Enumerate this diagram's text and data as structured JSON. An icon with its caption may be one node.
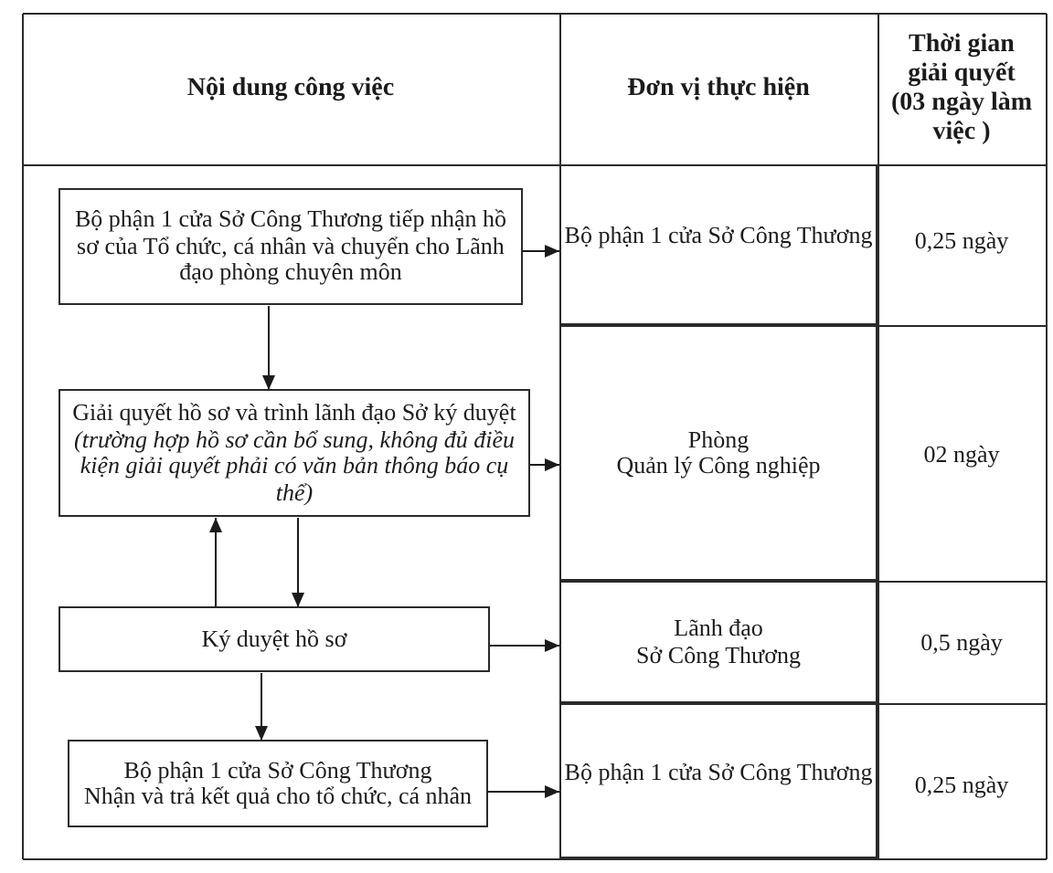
{
  "diagram": {
    "nodes": [
      {
        "text": [
          "Bộ phận 1 cửa Sở Công Thương tiếp nhận hồ sơ của Tổ chức, cá nhân và chuyển cho Lãnh đạo phòng chuyên môn"
        ]
      },
      {
        "text": [
          "Bộ phận 1 cửa Sở Công Thương"
        ]
      },
      {
        "text": [
          "Giải quyết hồ sơ và trình lãnh đạo Sở ký duyệt",
          "(trường hợp hồ sơ cần bổ sung, không đủ điều kiện giải quyết phải có văn bản thông báo cụ thể)"
        ]
      },
      {
        "text": [
          "Phòng Quản lý Công nghiệp"
        ]
      },
      {
        "text": [
          "Ký duyệt hồ sơ"
        ]
      },
      {
        "text": [
          "Lãnh đạo Sở Công Thương"
        ]
      },
      {
        "text": [
          "Bộ phận 1 cửa Sở Công Thương",
          "Nhận và trả kết quả cho tổ chức, cá nhân"
        ]
      },
      {
        "text": [
          "Bộ phận 1 cửa Sở Công Thương"
        ]
      }
    ],
    "edges": [
      {
        "from": 0,
        "to": 1,
        "arrow": "to"
      },
      {
        "from": 0,
        "to": 2,
        "arrow": "to"
      },
      {
        "from": 2,
        "to": 3,
        "arrow": "to"
      },
      {
        "from": 2,
        "to": 4,
        "arrow": "to"
      },
      {
        "from": 4,
        "to": 2,
        "arrow": "to"
      },
      {
        "from": 4,
        "to": 5,
        "arrow": "to"
      },
      {
        "from": 4,
        "to": 6,
        "arrow": "to"
      },
      {
        "from": 6,
        "to": 7,
        "arrow": "to"
      }
    ],
    "labels": [
      "Nội dung công việc",
      "Đơn vị thực hiện",
      "Thời gian giải quyết (03 ngày làm việc )",
      "0,25 ngày",
      "02 ngày",
      "0,5 ngày",
      "0,25 ngày"
    ]
  }
}
